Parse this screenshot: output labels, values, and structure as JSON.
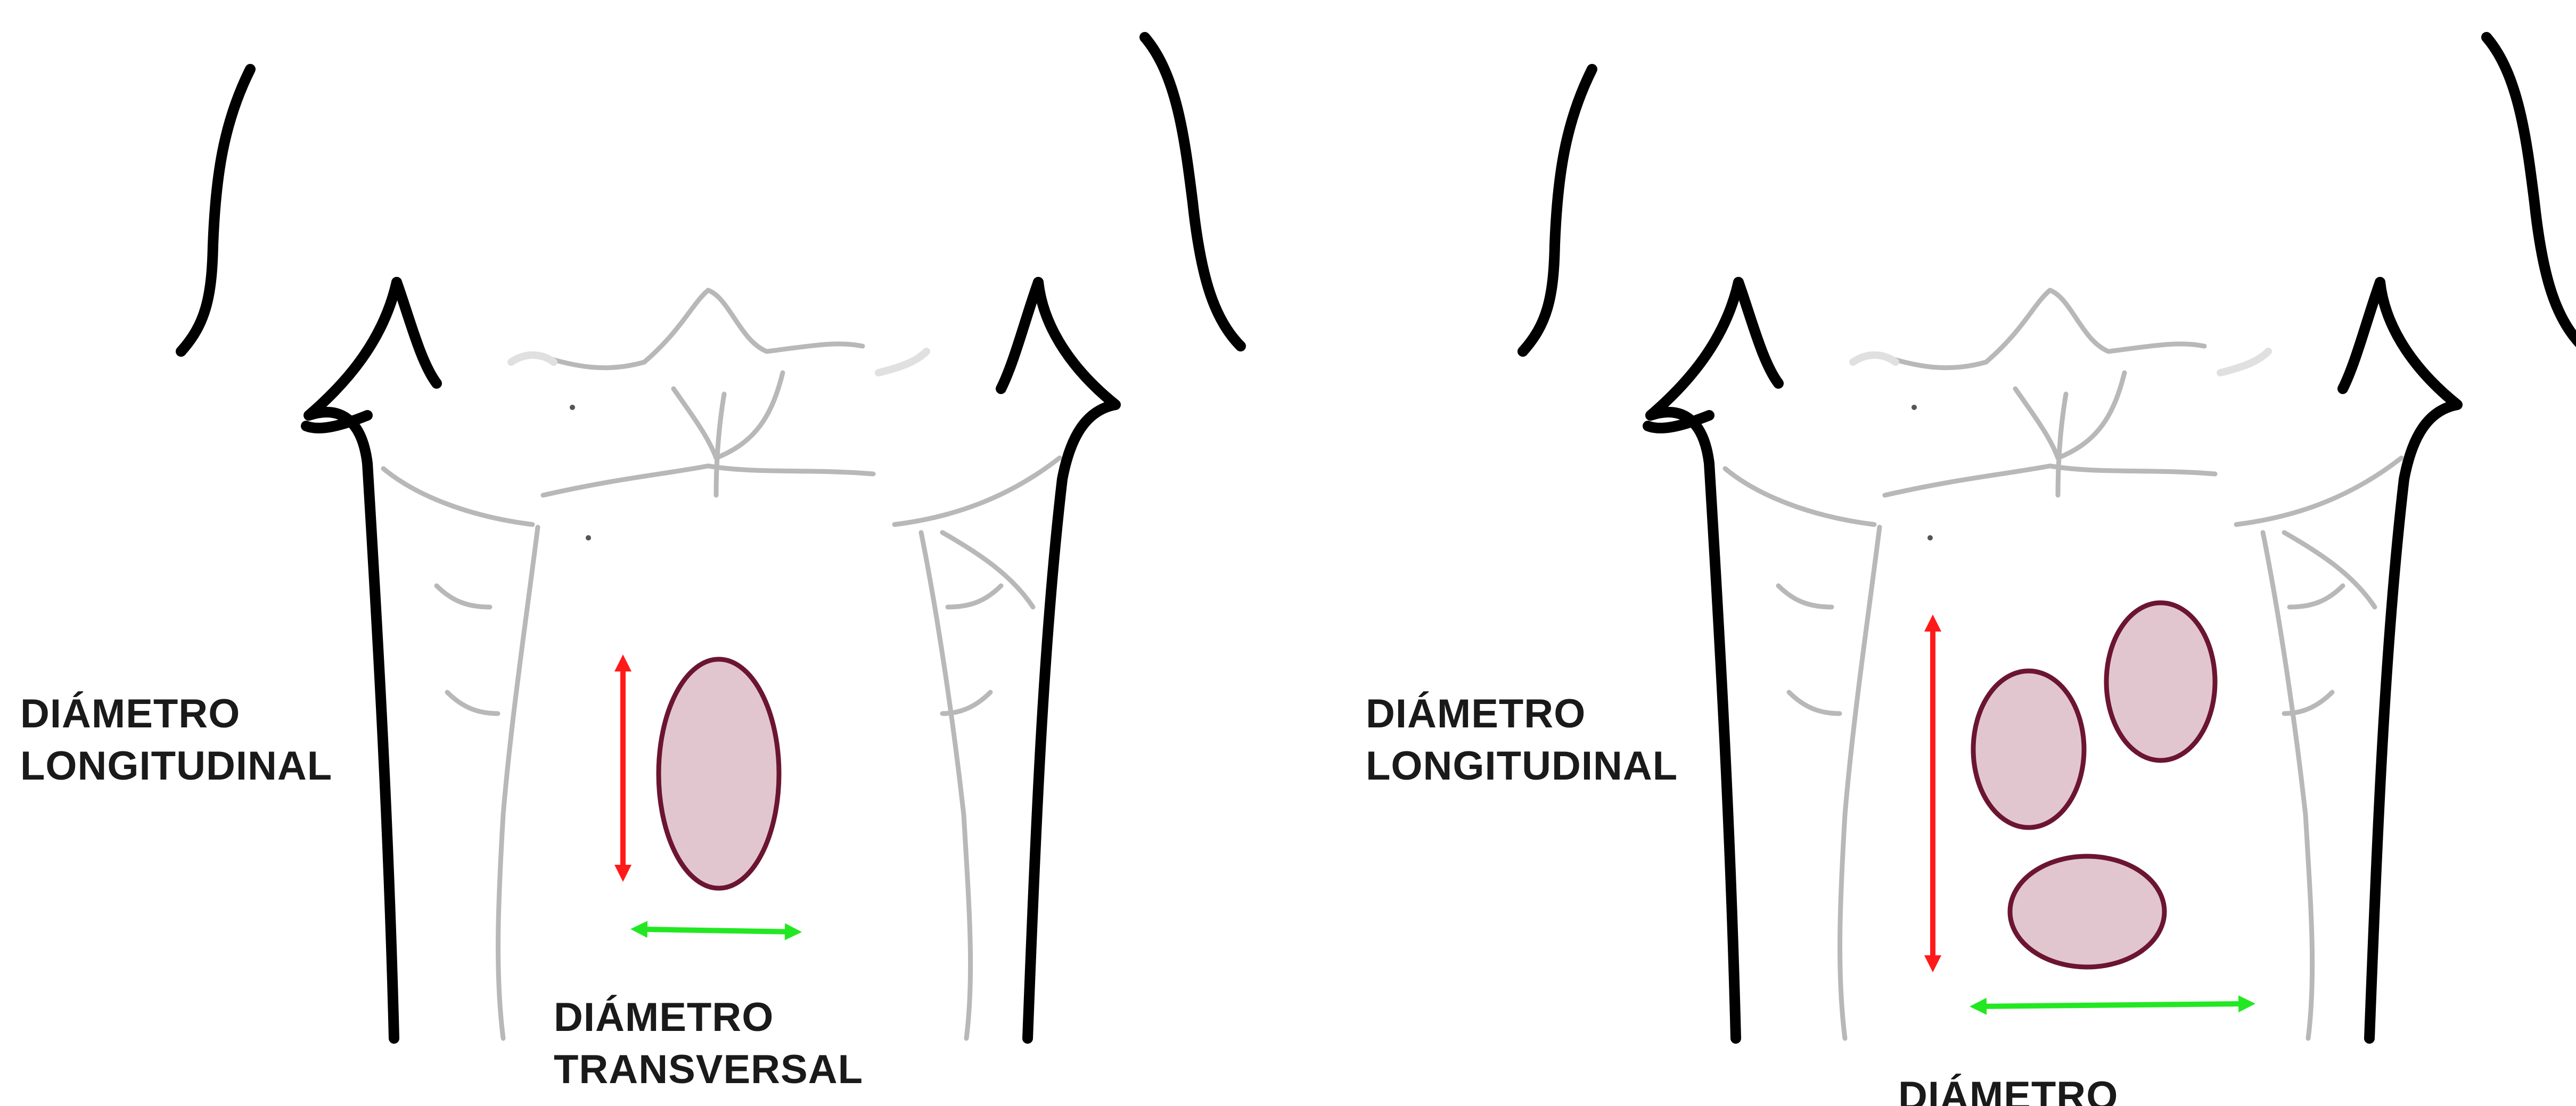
{
  "panels": [
    {
      "label_longitudinal": [
        "DIÁMETRO",
        "LONGITUDINAL"
      ],
      "label_transversal": [
        "DIÁMETRO",
        "TRANSVERSAL"
      ]
    },
    {
      "label_longitudinal": [
        "DIÁMETRO",
        "LONGITUDINAL"
      ],
      "label_transversal": [
        "DIÁMETRO"
      ]
    }
  ],
  "colors": {
    "outline": "#000000",
    "muscle_lines": "#b8b8b8",
    "lesion_fill": "#e2c6cf",
    "lesion_stroke": "#6b1530",
    "longitudinal_arrow": "#ff1a1a",
    "transversal_arrow": "#22e822"
  }
}
